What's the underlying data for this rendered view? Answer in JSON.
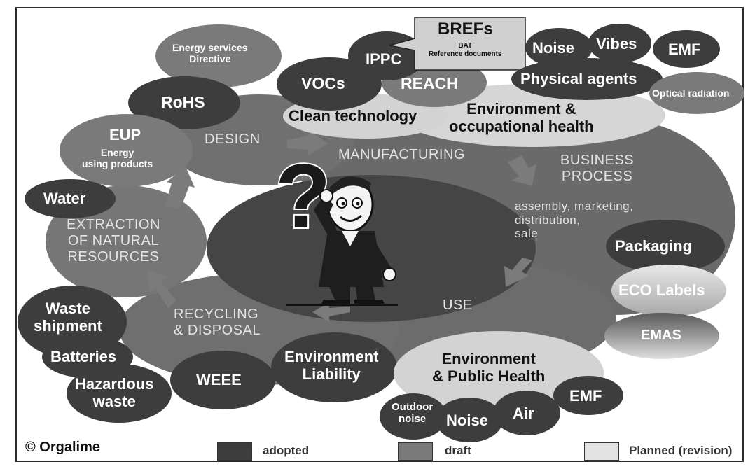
{
  "cycle_stages": {
    "design": "DESIGN",
    "manufacturing": "MANUFACTURING",
    "business_process": "BUSINESS\nPROCESS",
    "business_process_detail": "assembly, marketing,\ndistribution,\nsale",
    "use": "USE",
    "recycling": "RECYCLING\n& DISPOSAL",
    "extraction": "EXTRACTION\nOF NATURAL\nRESOURCES"
  },
  "bubbles": {
    "brefs": "BREFs",
    "brefs_sub": "BAT\nReference documents",
    "ippc": "IPPC",
    "noise_top": "Noise",
    "vibes": "Vibes",
    "emf_top": "EMF",
    "physical_agents": "Physical agents",
    "optical_radiation": "Optical radiation",
    "energy_services": "Energy services\nDirective",
    "vocs": "VOCs",
    "reach": "REACH",
    "rohs": "RoHS",
    "clean_technology": "Clean technology",
    "env_occupational": "Environment &\noccupational health",
    "eup": "EUP",
    "eup_sub": "Energy\nusing products",
    "water": "Water",
    "packaging": "Packaging",
    "eco_labels": "ECO Labels",
    "emas": "EMAS",
    "waste_shipment": "Waste\nshipment",
    "batteries": "Batteries",
    "hazardous_waste": "Hazardous\nwaste",
    "weee": "WEEE",
    "env_liability": "Environment\nLiability",
    "env_public_health": "Environment\n& Public Health",
    "emf_bottom": "EMF",
    "outdoor_noise": "Outdoor\nnoise",
    "noise_bottom": "Noise",
    "air": "Air"
  },
  "legend": {
    "copyright": "© Orgalime",
    "adopted": "adopted",
    "draft": "draft",
    "planned": "Planned (revision)"
  },
  "central_symbol": "?",
  "colors": {
    "adopted": "#3d3d3d",
    "draft": "#7a7a7a",
    "planned": "#d3d3d3",
    "cycle": "#5e5e5e"
  }
}
